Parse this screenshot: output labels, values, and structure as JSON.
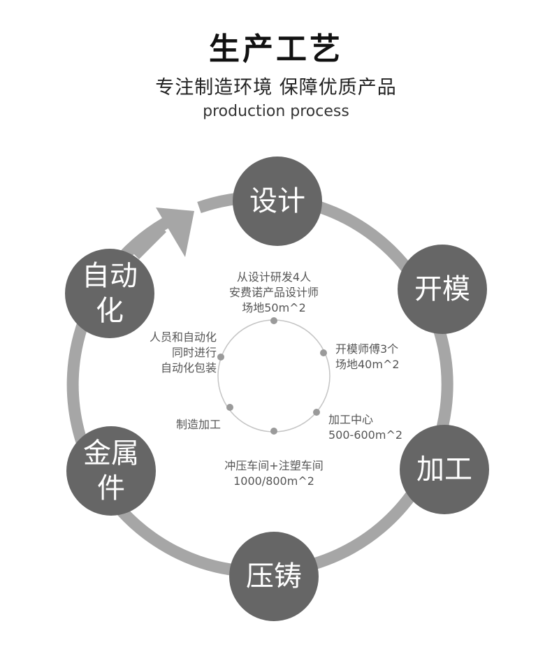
{
  "header": {
    "title": "生产工艺",
    "subtitle": "专注制造环境 保障优质产品",
    "subtitle_en": "production process"
  },
  "colors": {
    "ring": "#a6a6a6",
    "node": "#666666",
    "inner_ring": "#c4c4c4",
    "dot": "#9a9a9a"
  },
  "stages": [
    {
      "label": "设计",
      "info": "从设计研发4人\n安费诺产品设计师\n场地50m^2"
    },
    {
      "label": "开模",
      "info": "开模师傅3个\n场地40m^2"
    },
    {
      "label": "加工",
      "info": "加工中心\n500-600m^2"
    },
    {
      "label": "压铸",
      "info": "冲压车间+注塑车间\n1000/800m^2"
    },
    {
      "label": "金属件",
      "info": "制造加工"
    },
    {
      "label": "自动化",
      "info": "人员和自动化\n同时进行\n自动化包装"
    }
  ]
}
